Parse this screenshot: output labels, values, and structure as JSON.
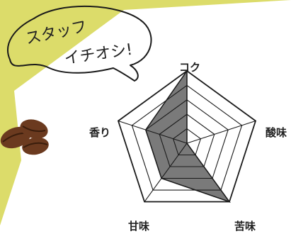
{
  "note": {
    "line1": "スタッフ",
    "line2": "イチオシ!"
  },
  "colors": {
    "background": "#dcdc6a",
    "paper": "#ffffff",
    "fill": "#7a7a7a",
    "line": "#1a1a1a",
    "bean": "#6b3a1f"
  },
  "chart_data": {
    "type": "radar",
    "axes": [
      "コク",
      "酸味",
      "苦味",
      "甘味",
      "香り"
    ],
    "levels": 5,
    "range": [
      0,
      5
    ],
    "series": [
      {
        "values": [
          5,
          0,
          5,
          3,
          3
        ]
      }
    ]
  }
}
